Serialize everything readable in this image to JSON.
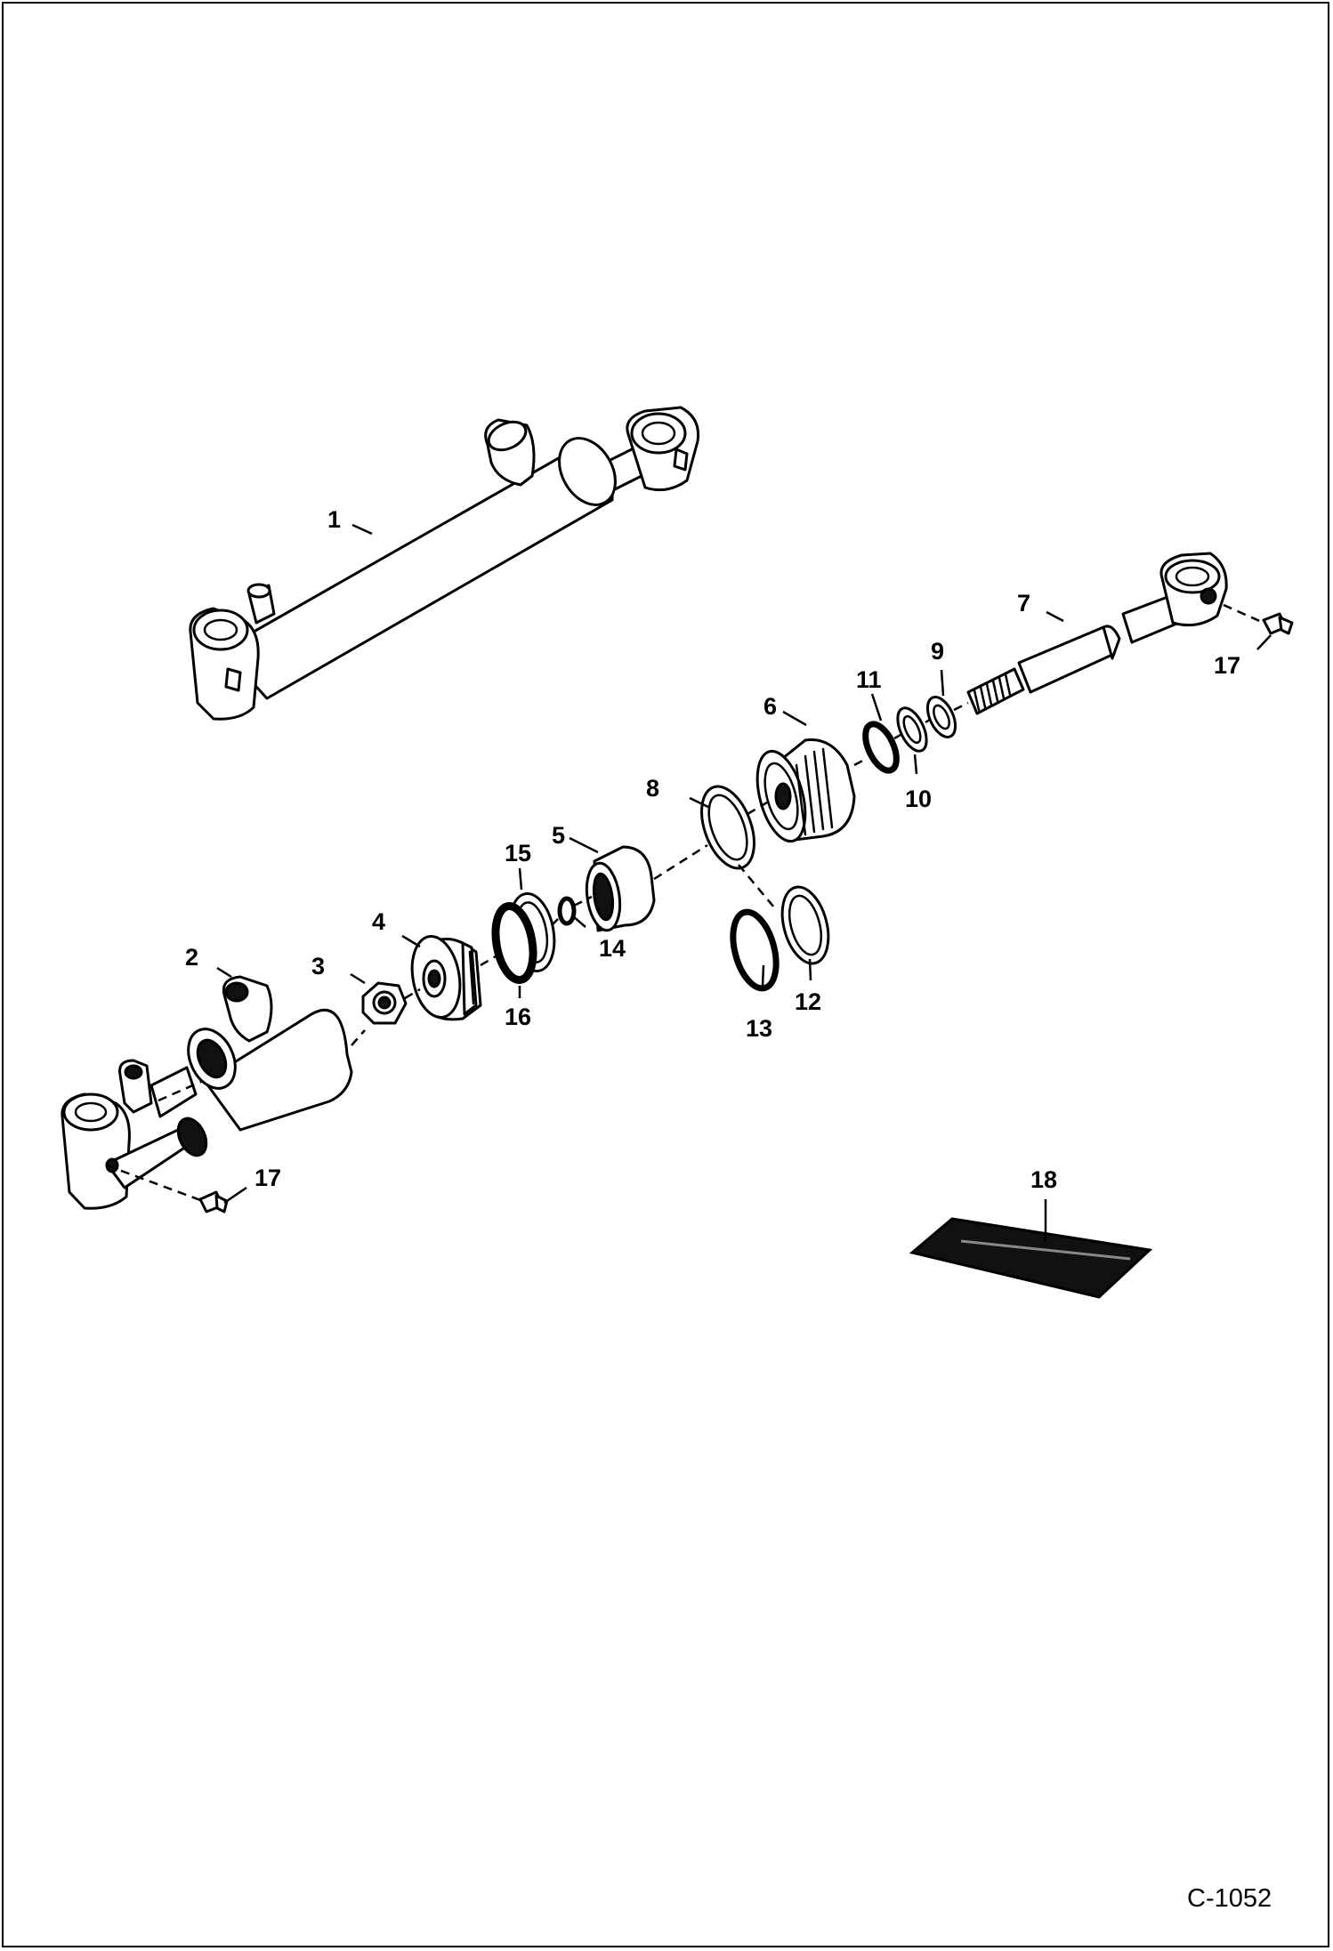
{
  "diagram": {
    "figure_id": "C-1052",
    "callouts": [
      "1",
      "2",
      "3",
      "4",
      "5",
      "6",
      "7",
      "8",
      "9",
      "10",
      "11",
      "12",
      "13",
      "14",
      "15",
      "16",
      "17",
      "17",
      "18"
    ]
  }
}
